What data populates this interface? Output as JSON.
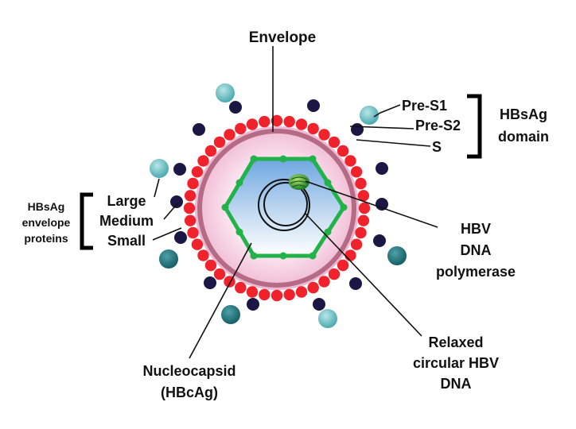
{
  "labels": {
    "envelope": "Envelope",
    "pre_s1": "Pre-S1",
    "pre_s2": "Pre-S2",
    "s": "S",
    "hbsag_domain_line1": "HBsAg",
    "hbsag_domain_line2": "domain",
    "hbsag_env_line1": "HBsAg",
    "hbsag_env_line2": "envelope",
    "hbsag_env_line3": "proteins",
    "large": "Large",
    "medium": "Medium",
    "small": "Small",
    "hbv_dna_pol_line1": "HBV",
    "hbv_dna_pol_line2": "DNA",
    "hbv_dna_pol_line3": "polymerase",
    "relaxed_line1": "Relaxed",
    "relaxed_line2": "circular HBV",
    "relaxed_line3": "DNA",
    "nucleocapsid_line1": "Nucleocapsid",
    "nucleocapsid_line2": "(HBcAg)"
  },
  "colors": {
    "lipid_bead": "#f0222c",
    "inner_fill": "#f4c6dc",
    "envelope_ring": "#b56b84",
    "capsid": "#22b24a",
    "capsid_fill_top": "#7eb2e2",
    "capsid_fill_bottom": "#ffffff",
    "small_protein": "#1a1745",
    "large_protein_light": "#66c0c4",
    "large_protein_dark": "#1d7b83",
    "polymerase": "#3ea33c"
  }
}
